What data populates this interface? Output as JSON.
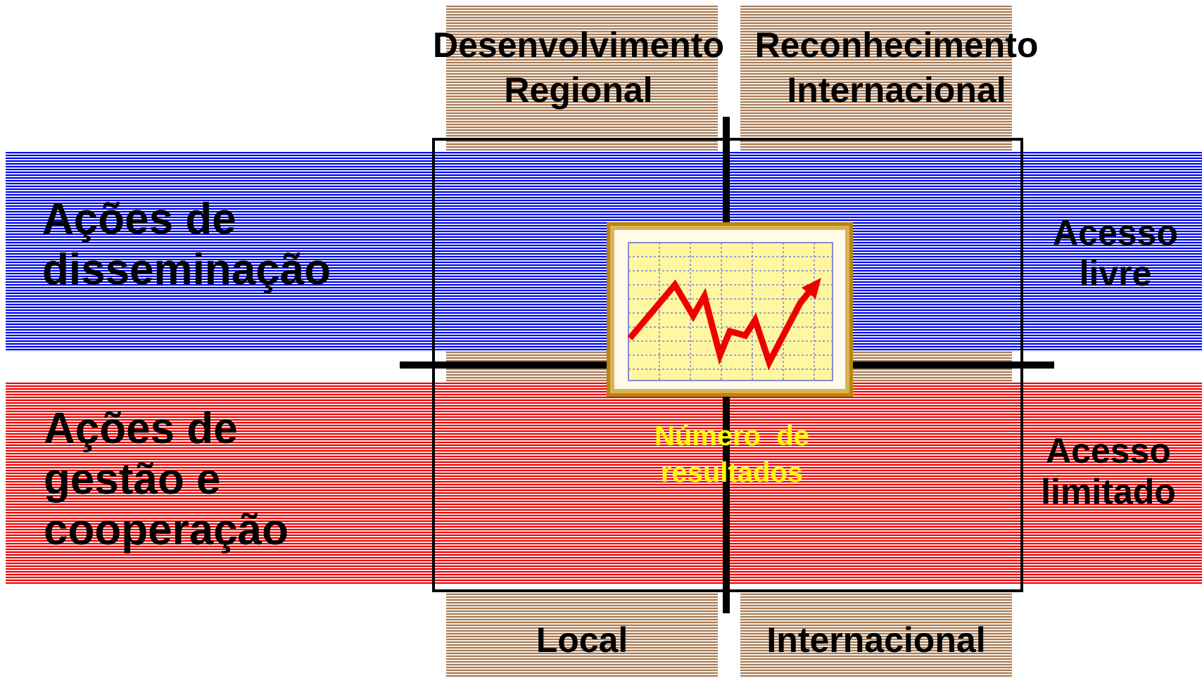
{
  "columns": {
    "left_header_line1": "Desenvolvimento",
    "left_header_line2": "Regional",
    "right_header_line1": "Reconhecimento",
    "right_header_line2": "Internacional",
    "left_footer": "Local",
    "right_footer": "Internacional"
  },
  "rows": {
    "top_label_line1": "Ações de",
    "top_label_line2": "disseminação",
    "bottom_label_line1": "Ações de",
    "bottom_label_line2": "gestão e",
    "bottom_label_line3": "cooperação",
    "top_side_line1": "Acesso",
    "top_side_line2": "livre",
    "bottom_side_line1": "Acesso",
    "bottom_side_line2": "limitado"
  },
  "center": {
    "caption_line1": "Número  de",
    "caption_line2": "resultados",
    "icon": "line-chart-icon"
  },
  "colors": {
    "brown": "#a87a55",
    "blue": "#0000ee",
    "red": "#ee0000",
    "caption": "#ffff00",
    "chart_line": "#ee0000"
  }
}
